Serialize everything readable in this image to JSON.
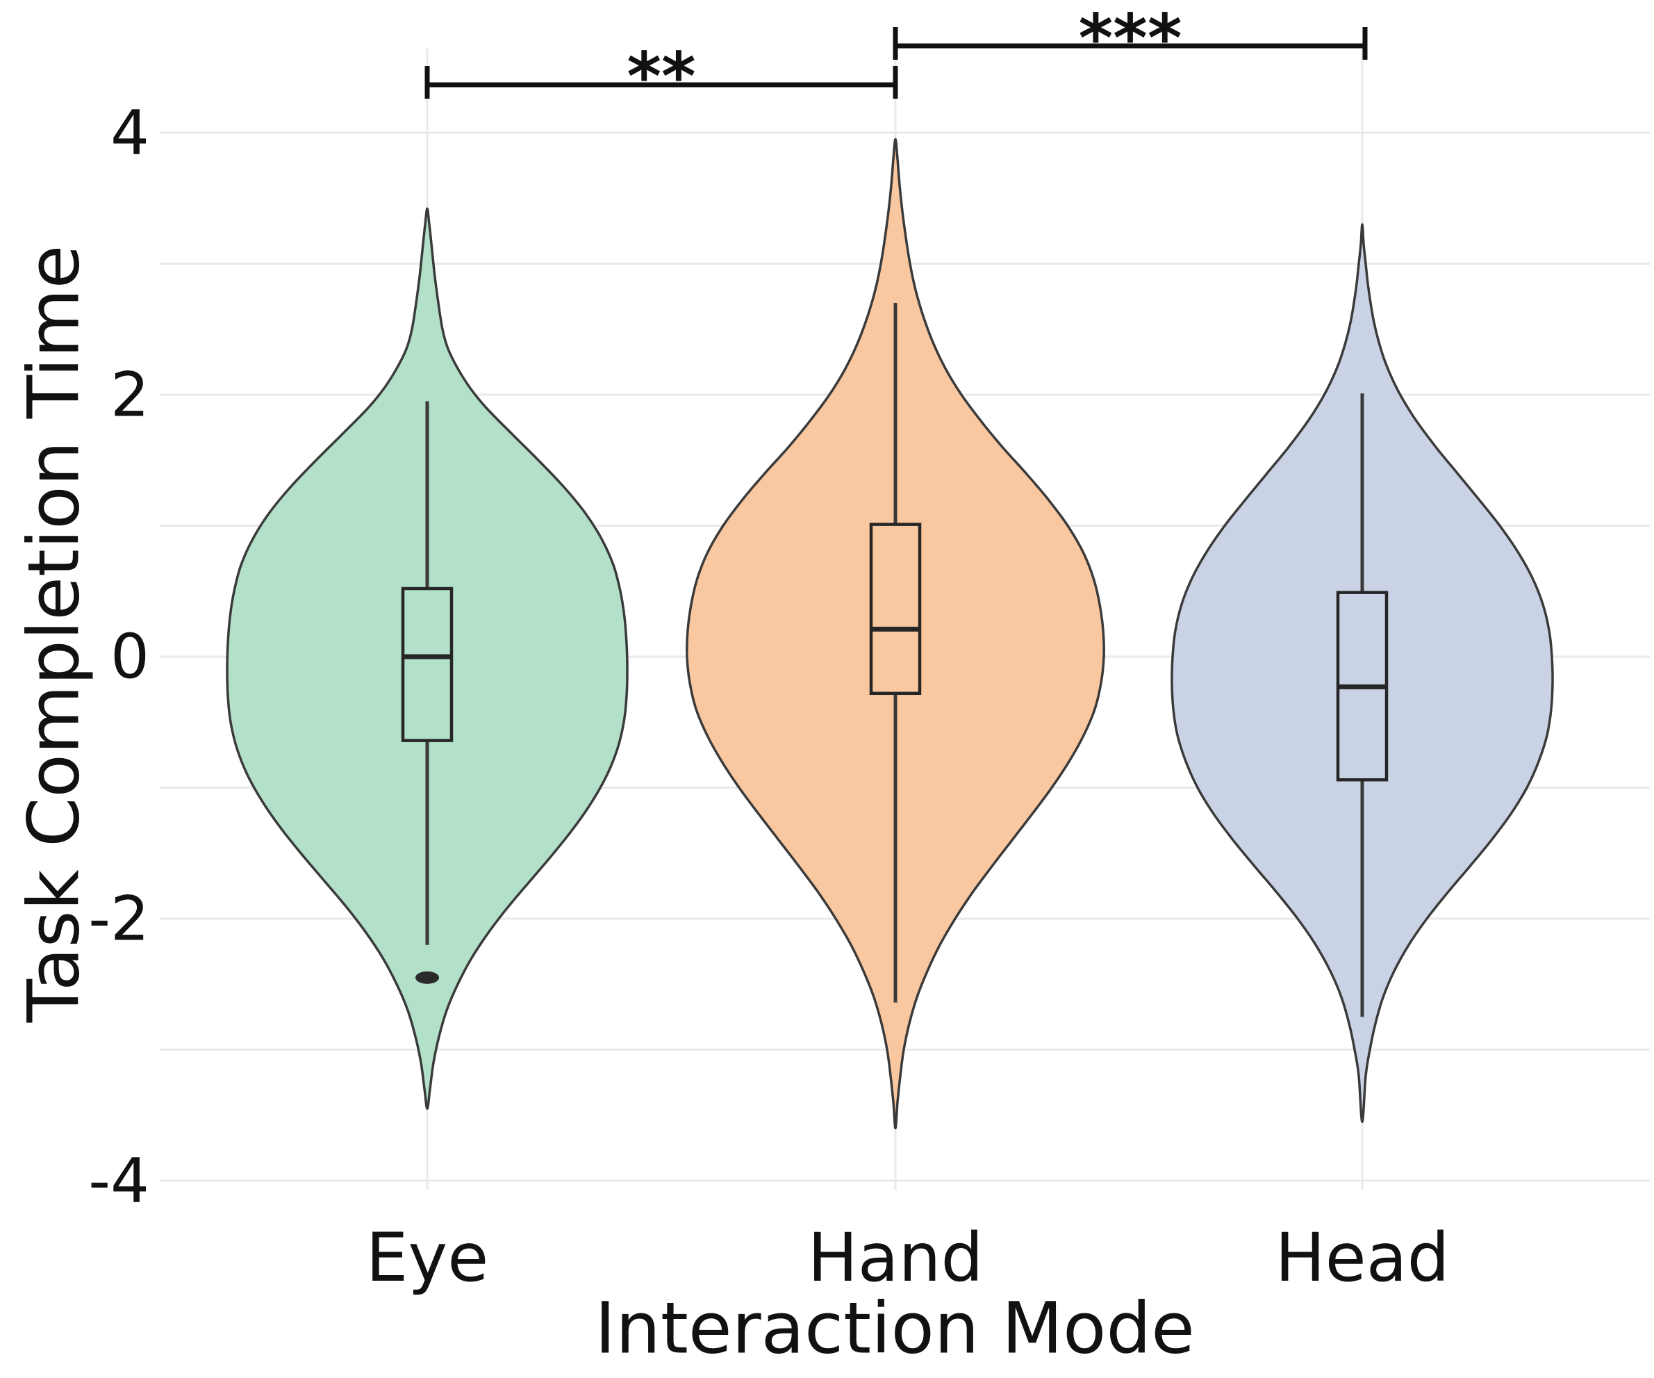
{
  "figure": {
    "type": "violin-plot",
    "background": "#ffffff"
  },
  "y_axis": {
    "label": "Task Completion Time",
    "ticks": [
      {
        "value": 4,
        "label": "4"
      },
      {
        "value": 2,
        "label": "2"
      },
      {
        "value": 0,
        "label": "0"
      },
      {
        "value": -2,
        "label": "-2"
      },
      {
        "value": -4,
        "label": "-4"
      }
    ],
    "gridline_values": [
      4,
      3,
      2,
      1,
      0,
      -1,
      -2,
      -3,
      -4
    ],
    "range": [
      -4.1,
      4.8
    ]
  },
  "x_axis": {
    "label": "Interaction Mode",
    "categories": [
      "Eye",
      "Hand",
      "Head"
    ]
  },
  "significance": [
    {
      "pair": [
        "Eye",
        "Hand"
      ],
      "label": "**"
    },
    {
      "pair": [
        "Hand",
        "Head"
      ],
      "label": "***"
    }
  ],
  "colors": {
    "eye_fill": "#B2E0C8",
    "hand_fill": "#FAC8A0",
    "head_fill": "#CAD3E5",
    "outline": "#3a3a3a",
    "box_outline": "#262626",
    "gridline": "#e9e9e9",
    "text": "#111111",
    "bracket": "#111111",
    "outlier": "#2b2b2b"
  },
  "chart_data": {
    "type": "violin",
    "title": "",
    "xlabel": "Interaction Mode",
    "ylabel": "Task Completion Time",
    "ylim": [
      -4.1,
      4.8
    ],
    "grid": "horizontal-and-category",
    "legend": "none",
    "categories": [
      "Eye",
      "Hand",
      "Head"
    ],
    "series": [
      {
        "name": "Eye",
        "color": "#B2E0C8",
        "median": 0.0,
        "q1": -0.64,
        "q3": 0.52,
        "whisker_low": -2.2,
        "whisker_high": 1.95,
        "outliers": [
          -2.45
        ],
        "kde_min": -3.45,
        "kde_max": 3.42,
        "density_profile": [
          [
            3.42,
            0
          ],
          [
            3.3,
            3
          ],
          [
            3.1,
            7
          ],
          [
            2.9,
            11
          ],
          [
            2.7,
            16
          ],
          [
            2.5,
            22
          ],
          [
            2.35,
            30
          ],
          [
            2.2,
            44
          ],
          [
            2.05,
            62
          ],
          [
            1.9,
            85
          ],
          [
            1.7,
            122
          ],
          [
            1.5,
            160
          ],
          [
            1.3,
            196
          ],
          [
            1.1,
            227
          ],
          [
            0.9,
            251
          ],
          [
            0.7,
            268
          ],
          [
            0.5,
            278
          ],
          [
            0.3,
            284
          ],
          [
            0.1,
            287
          ],
          [
            -0.1,
            288
          ],
          [
            -0.3,
            287
          ],
          [
            -0.5,
            283
          ],
          [
            -0.7,
            274
          ],
          [
            -0.9,
            259
          ],
          [
            -1.1,
            238
          ],
          [
            -1.3,
            212
          ],
          [
            -1.5,
            182
          ],
          [
            -1.7,
            150
          ],
          [
            -1.9,
            118
          ],
          [
            -2.1,
            89
          ],
          [
            -2.3,
            64
          ],
          [
            -2.5,
            44
          ],
          [
            -2.7,
            28
          ],
          [
            -2.9,
            17
          ],
          [
            -3.1,
            9
          ],
          [
            -3.3,
            4
          ],
          [
            -3.45,
            0
          ]
        ]
      },
      {
        "name": "Hand",
        "color": "#FAC8A0",
        "median": 0.21,
        "q1": -0.28,
        "q3": 1.01,
        "whisker_low": -2.64,
        "whisker_high": 2.7,
        "outliers": [],
        "kde_min": -3.6,
        "kde_max": 3.95,
        "density_profile": [
          [
            3.95,
            0
          ],
          [
            3.8,
            3
          ],
          [
            3.6,
            6
          ],
          [
            3.4,
            10
          ],
          [
            3.2,
            15
          ],
          [
            3.0,
            21
          ],
          [
            2.8,
            29
          ],
          [
            2.6,
            40
          ],
          [
            2.4,
            54
          ],
          [
            2.2,
            72
          ],
          [
            2.0,
            95
          ],
          [
            1.8,
            123
          ],
          [
            1.6,
            154
          ],
          [
            1.4,
            188
          ],
          [
            1.2,
            220
          ],
          [
            1.0,
            248
          ],
          [
            0.8,
            270
          ],
          [
            0.6,
            285
          ],
          [
            0.4,
            294
          ],
          [
            0.2,
            299
          ],
          [
            0.0,
            300
          ],
          [
            -0.2,
            296
          ],
          [
            -0.4,
            287
          ],
          [
            -0.6,
            271
          ],
          [
            -0.8,
            250
          ],
          [
            -1.0,
            225
          ],
          [
            -1.2,
            197
          ],
          [
            -1.4,
            168
          ],
          [
            -1.6,
            139
          ],
          [
            -1.8,
            111
          ],
          [
            -2.0,
            86
          ],
          [
            -2.2,
            64
          ],
          [
            -2.4,
            46
          ],
          [
            -2.6,
            31
          ],
          [
            -2.8,
            20
          ],
          [
            -3.0,
            12
          ],
          [
            -3.2,
            7
          ],
          [
            -3.4,
            3
          ],
          [
            -3.6,
            0
          ]
        ]
      },
      {
        "name": "Head",
        "color": "#CAD3E5",
        "median": -0.23,
        "q1": -0.94,
        "q3": 0.49,
        "whisker_low": -2.75,
        "whisker_high": 2.01,
        "outliers": [],
        "kde_min": -3.55,
        "kde_max": 3.3,
        "density_profile": [
          [
            3.3,
            0
          ],
          [
            3.15,
            2
          ],
          [
            3.0,
            5
          ],
          [
            2.85,
            8
          ],
          [
            2.7,
            12
          ],
          [
            2.55,
            17
          ],
          [
            2.4,
            24
          ],
          [
            2.25,
            33
          ],
          [
            2.1,
            45
          ],
          [
            1.95,
            60
          ],
          [
            1.8,
            78
          ],
          [
            1.6,
            106
          ],
          [
            1.4,
            137
          ],
          [
            1.2,
            168
          ],
          [
            1.0,
            198
          ],
          [
            0.8,
            224
          ],
          [
            0.6,
            245
          ],
          [
            0.4,
            260
          ],
          [
            0.2,
            269
          ],
          [
            0.0,
            273
          ],
          [
            -0.2,
            274
          ],
          [
            -0.4,
            272
          ],
          [
            -0.6,
            266
          ],
          [
            -0.8,
            254
          ],
          [
            -1.0,
            237
          ],
          [
            -1.2,
            214
          ],
          [
            -1.4,
            186
          ],
          [
            -1.6,
            155
          ],
          [
            -1.8,
            123
          ],
          [
            -2.0,
            93
          ],
          [
            -2.2,
            67
          ],
          [
            -2.4,
            46
          ],
          [
            -2.6,
            30
          ],
          [
            -2.8,
            19
          ],
          [
            -3.0,
            11
          ],
          [
            -3.2,
            5
          ],
          [
            -3.55,
            0
          ]
        ]
      }
    ],
    "annotations": [
      {
        "between": [
          "Eye",
          "Hand"
        ],
        "text": "**"
      },
      {
        "between": [
          "Hand",
          "Head"
        ],
        "text": "***"
      }
    ]
  }
}
